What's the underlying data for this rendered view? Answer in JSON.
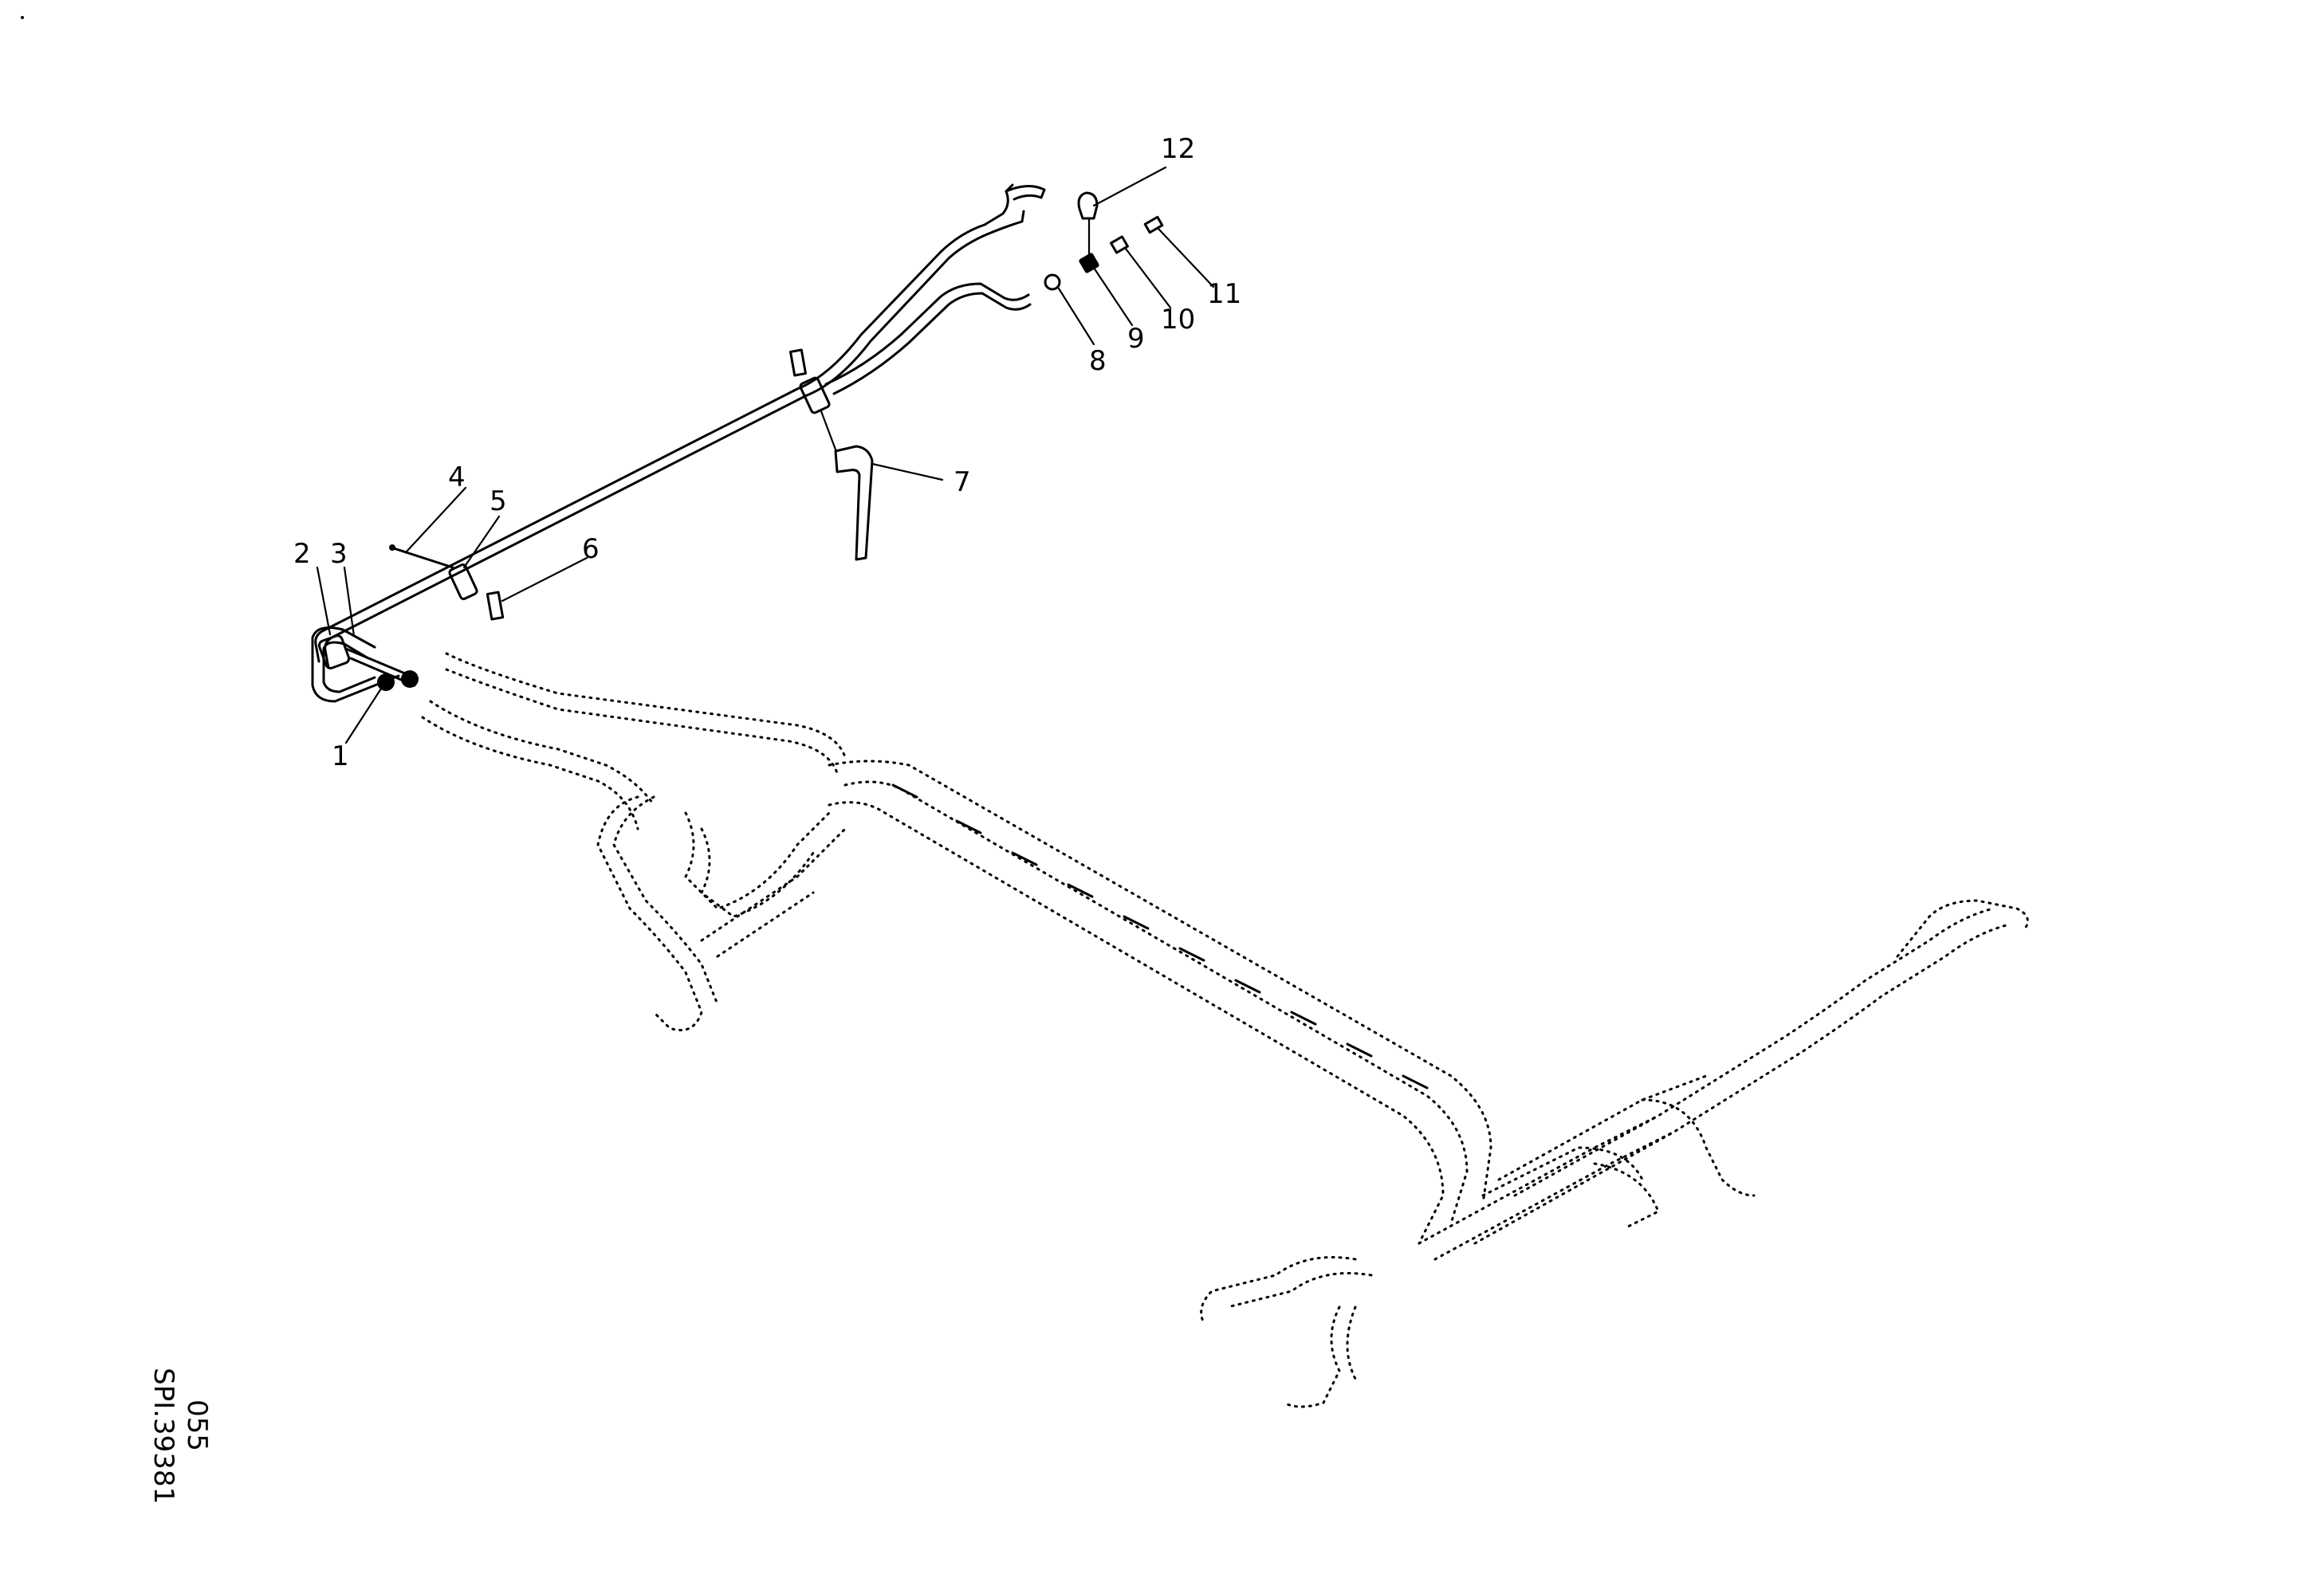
{
  "callouts": [
    {
      "id": "1",
      "label": "1"
    },
    {
      "id": "2",
      "label": "2"
    },
    {
      "id": "3",
      "label": "3"
    },
    {
      "id": "4",
      "label": "4"
    },
    {
      "id": "5",
      "label": "5"
    },
    {
      "id": "6",
      "label": "6"
    },
    {
      "id": "7",
      "label": "7"
    },
    {
      "id": "8",
      "label": "8"
    },
    {
      "id": "9",
      "label": "9"
    },
    {
      "id": "10",
      "label": "10"
    },
    {
      "id": "11",
      "label": "11"
    },
    {
      "id": "12",
      "label": "12"
    }
  ],
  "drawing_code": {
    "number": "055",
    "ref": "SPI.39381"
  },
  "colors": {
    "ink": "#000000",
    "paper": "#ffffff"
  }
}
